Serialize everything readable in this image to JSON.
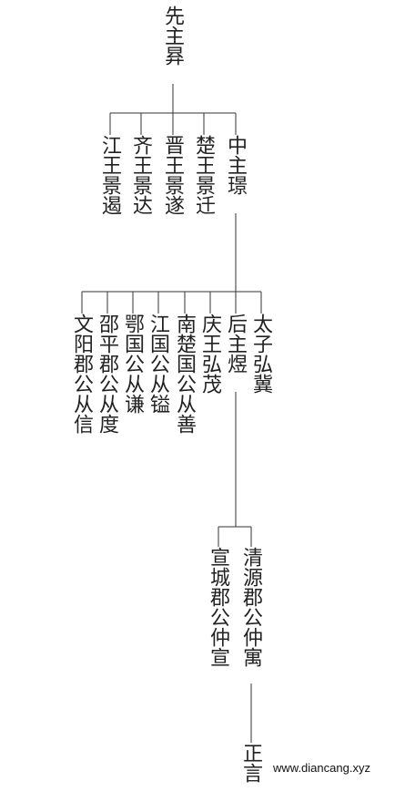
{
  "tree": {
    "root": "先主昪",
    "gen2": [
      "江王景遏",
      "齐王景达",
      "晋王景遂",
      "楚王景迁",
      "中主璟"
    ],
    "gen3": [
      "文阳郡公从信",
      "邵平郡公从度",
      "鄂国公从谦",
      "江国公从镒",
      "南楚国公从善",
      "庆王弘茂",
      "后主煜",
      "太子弘冀"
    ],
    "gen4": [
      "宣城郡公仲宣",
      "清源郡公仲寓"
    ],
    "gen5": [
      "正言"
    ]
  },
  "watermark": "www.diancang.xyz"
}
